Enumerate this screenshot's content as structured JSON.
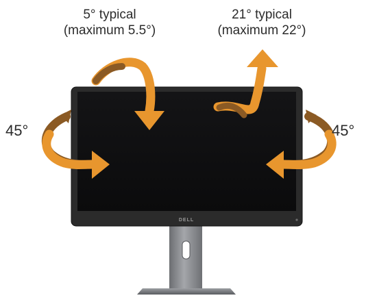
{
  "labels": {
    "tilt_back_line1": "5° typical",
    "tilt_back_line2": "(maximum 5.5°)",
    "tilt_forward_line1": "21° typical",
    "tilt_forward_line2": "(maximum 22°)",
    "swivel_left": "45°",
    "swivel_right": "45°"
  },
  "monitor": {
    "logo_text": "DELL",
    "frame_color": "#2b2b2b",
    "screen_color": "#0f0f10",
    "stand_color": "#8a8c90"
  },
  "arrows": {
    "color": "#e8962e",
    "shadow_color": "#8b5a24"
  }
}
